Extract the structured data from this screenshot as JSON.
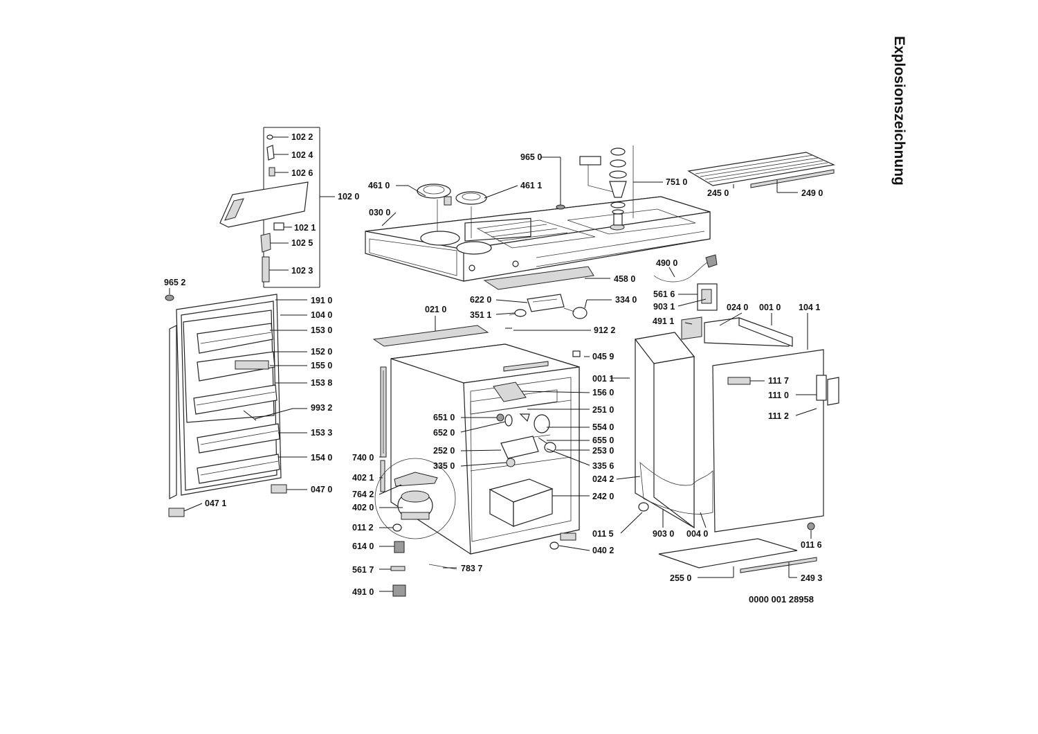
{
  "title": "Explosionszeichnung",
  "document_number": "0000 001 28958",
  "labels": {
    "l1022": "102 2",
    "l1024": "102 4",
    "l1026": "102 6",
    "l1020": "102 0",
    "l1021": "102 1",
    "l1025": "102 5",
    "l1023": "102 3",
    "l9652": "965 2",
    "l1910": "191 0",
    "l1040": "104 0",
    "l1530": "153 0",
    "l1520": "152 0",
    "l1550": "155 0",
    "l1538": "153 8",
    "l9932": "993 2",
    "l1533": "153 3",
    "l1540": "154 0",
    "l0470": "047 0",
    "l0471": "047 1",
    "l9650": "965 0",
    "l4610": "461 0",
    "l4611": "461 1",
    "l0300": "030 0",
    "l7510": "751 0",
    "l2450": "245 0",
    "l2490": "249 0",
    "l4580": "458 0",
    "l4900": "490 0",
    "l5616": "561 6",
    "l9031": "903 1",
    "l6220": "622 0",
    "l3340": "334 0",
    "l0210": "021 0",
    "l3511": "351 1",
    "l9122": "912 2",
    "l4911": "491 1",
    "l0240": "024 0",
    "l0010": "001 0",
    "l1041": "104 1",
    "l0459": "045 9",
    "l0011": "001 1",
    "l1117": "111 7",
    "l1560": "156 0",
    "l1110": "111 0",
    "l2510": "251 0",
    "l6510": "651 0",
    "l1112": "111 2",
    "l5540": "554 0",
    "l6520": "652 0",
    "l6550": "655 0",
    "l2520": "252 0",
    "l2530": "253 0",
    "l7400": "740 0",
    "l3350": "335 0",
    "l3356": "335 6",
    "l4021": "402 1",
    "l0242": "024 2",
    "l7642": "764 2",
    "l2420": "242 0",
    "l4020": "402 0",
    "l0112": "011 2",
    "l0115": "011 5",
    "l9030": "903 0",
    "l0040": "004 0",
    "l0402": "040 2",
    "l0116": "011 6",
    "l6140": "614 0",
    "l5617": "561 7",
    "l7837": "783 7",
    "l2550": "255 0",
    "l2493": "249 3",
    "l4910": "491 0"
  }
}
